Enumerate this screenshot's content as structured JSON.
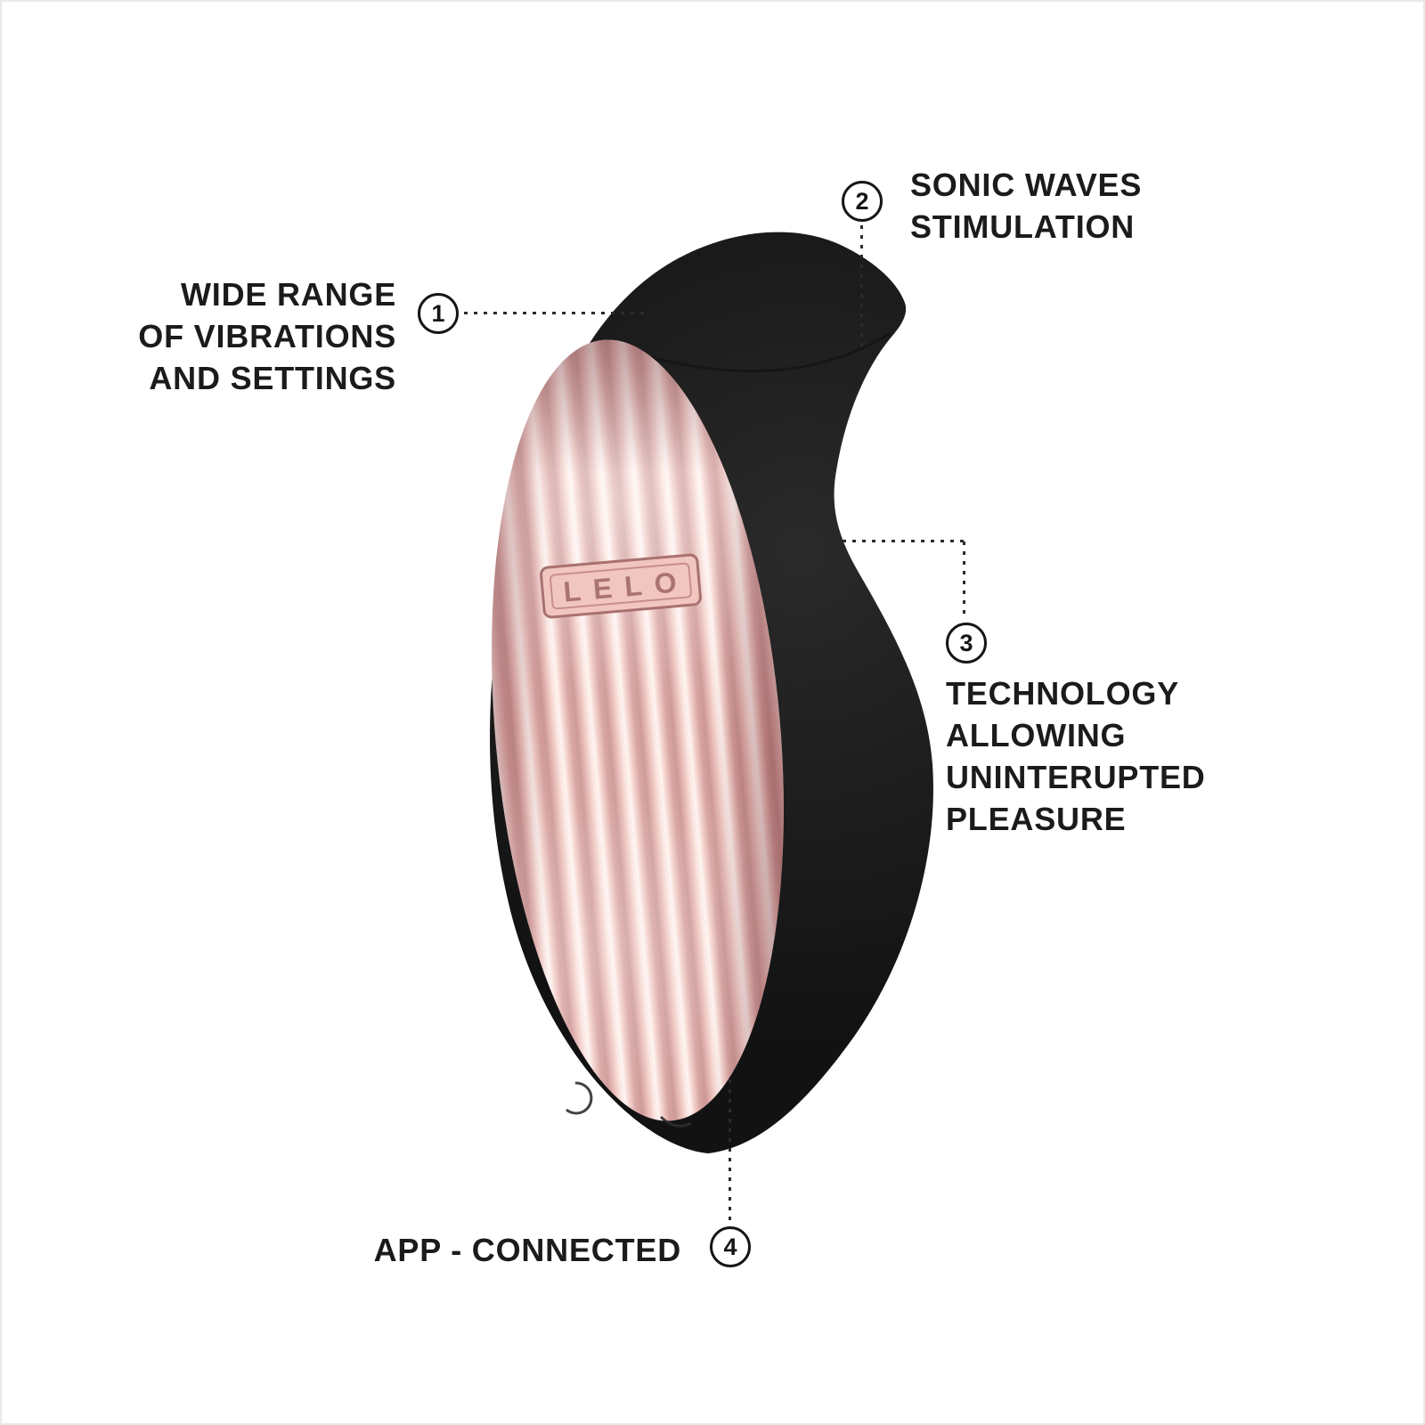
{
  "page": {
    "background": "#ffffff",
    "frame_border_color": "#eaeaea",
    "connector_color": "#2b2b2b"
  },
  "product": {
    "brand": "LELO",
    "body_color": "#1a1a1a",
    "face_highlight": "#fdf2ee",
    "face_mid": "#e9b3ae",
    "face_shadow": "#b97e7f"
  },
  "callouts": [
    {
      "number": "1",
      "label": "WIDE RANGE\nOF VIBRATIONS\nAND SETTINGS"
    },
    {
      "number": "2",
      "label": "SONIC WAVES\nSTIMULATION"
    },
    {
      "number": "3",
      "label": "TECHNOLOGY\nALLOWING\nUNINTERUPTED\nPLEASURE"
    },
    {
      "number": "4",
      "label": "APP - CONNECTED"
    }
  ]
}
